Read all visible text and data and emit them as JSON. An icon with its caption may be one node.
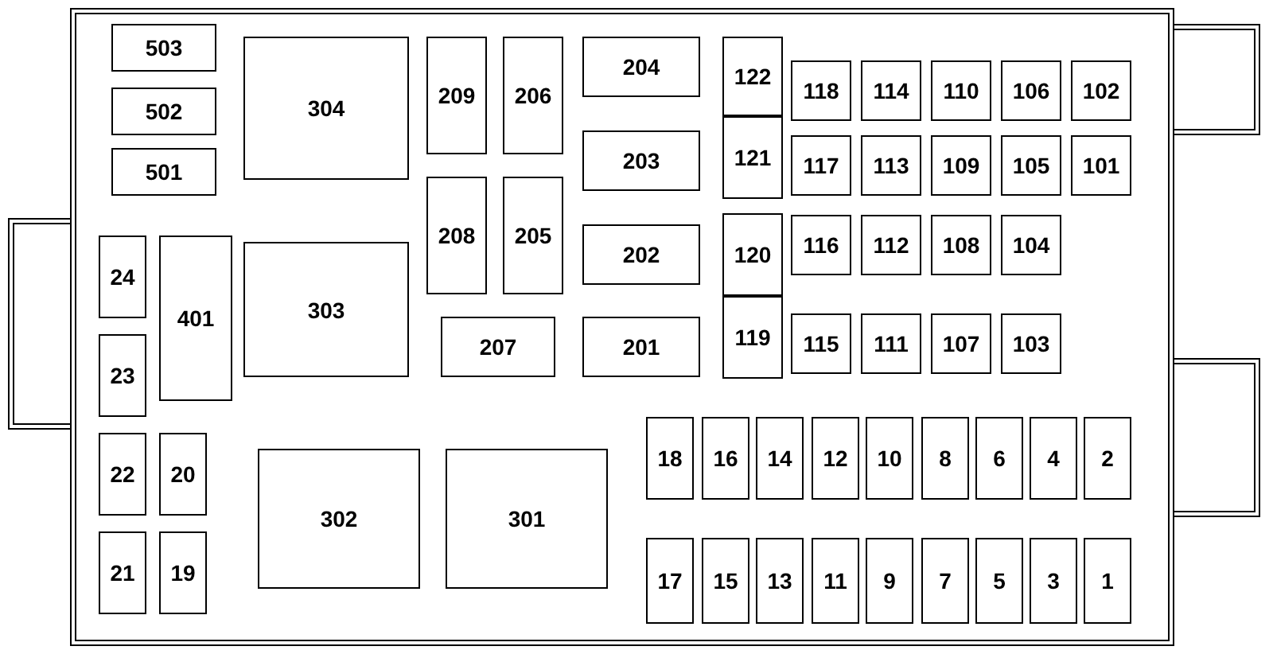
{
  "diagram": {
    "nodes": [
      {
        "text": [],
        "shape": "box"
      },
      {
        "text": [
          "503"
        ],
        "in": 0
      },
      {
        "text": [
          "502"
        ],
        "in": 0
      },
      {
        "text": [
          "501"
        ],
        "in": 0
      },
      {
        "text": [
          "304"
        ],
        "in": 0
      },
      {
        "text": [
          "209"
        ],
        "in": 0
      },
      {
        "text": [
          "206"
        ],
        "in": 0
      },
      {
        "text": [
          "204"
        ],
        "in": 0
      },
      {
        "text": [
          "203"
        ],
        "in": 0
      },
      {
        "text": [
          "208"
        ],
        "in": 0
      },
      {
        "text": [
          "205"
        ],
        "in": 0
      },
      {
        "text": [
          "202"
        ],
        "in": 0
      },
      {
        "text": [
          "303"
        ],
        "in": 0
      },
      {
        "text": [
          "207"
        ],
        "in": 0
      },
      {
        "text": [
          "201"
        ],
        "in": 0
      },
      {
        "text": [
          "24"
        ],
        "in": 0
      },
      {
        "text": [
          "401"
        ],
        "in": 0
      },
      {
        "text": [
          "23"
        ],
        "in": 0
      },
      {
        "text": [
          "22"
        ],
        "in": 0
      },
      {
        "text": [
          "20"
        ],
        "in": 0
      },
      {
        "text": [
          "21"
        ],
        "in": 0
      },
      {
        "text": [
          "19"
        ],
        "in": 0
      },
      {
        "text": [
          "302"
        ],
        "in": 0
      },
      {
        "text": [
          "301"
        ],
        "in": 0
      },
      {
        "text": [
          "122"
        ],
        "in": 0
      },
      {
        "text": [
          "118"
        ],
        "in": 0
      },
      {
        "text": [
          "114"
        ],
        "in": 0
      },
      {
        "text": [
          "110"
        ],
        "in": 0
      },
      {
        "text": [
          "106"
        ],
        "in": 0
      },
      {
        "text": [
          "102"
        ],
        "in": 0
      },
      {
        "text": [
          "121"
        ],
        "in": 0
      },
      {
        "text": [
          "117"
        ],
        "in": 0
      },
      {
        "text": [
          "113"
        ],
        "in": 0
      },
      {
        "text": [
          "109"
        ],
        "in": 0
      },
      {
        "text": [
          "105"
        ],
        "in": 0
      },
      {
        "text": [
          "101"
        ],
        "in": 0
      },
      {
        "text": [
          "120"
        ],
        "in": 0
      },
      {
        "text": [
          "116"
        ],
        "in": 0
      },
      {
        "text": [
          "112"
        ],
        "in": 0
      },
      {
        "text": [
          "108"
        ],
        "in": 0
      },
      {
        "text": [
          "104"
        ],
        "in": 0
      },
      {
        "text": [
          "119"
        ],
        "in": 0
      },
      {
        "text": [
          "115"
        ],
        "in": 0
      },
      {
        "text": [
          "111"
        ],
        "in": 0
      },
      {
        "text": [
          "107"
        ],
        "in": 0
      },
      {
        "text": [
          "103"
        ],
        "in": 0
      },
      {
        "text": [
          "18"
        ],
        "in": 0
      },
      {
        "text": [
          "16"
        ],
        "in": 0
      },
      {
        "text": [
          "14"
        ],
        "in": 0
      },
      {
        "text": [
          "12"
        ],
        "in": 0
      },
      {
        "text": [
          "10"
        ],
        "in": 0
      },
      {
        "text": [
          "8"
        ],
        "in": 0
      },
      {
        "text": [
          "6"
        ],
        "in": 0
      },
      {
        "text": [
          "4"
        ],
        "in": 0
      },
      {
        "text": [
          "2"
        ],
        "in": 0
      },
      {
        "text": [
          "17"
        ],
        "in": 0
      },
      {
        "text": [
          "15"
        ],
        "in": 0
      },
      {
        "text": [
          "13"
        ],
        "in": 0
      },
      {
        "text": [
          "11"
        ],
        "in": 0
      },
      {
        "text": [
          "9"
        ],
        "in": 0
      },
      {
        "text": [
          "7"
        ],
        "in": 0
      },
      {
        "text": [
          "5"
        ],
        "in": 0
      },
      {
        "text": [
          "3"
        ],
        "in": 0
      },
      {
        "text": [
          "1"
        ],
        "in": 0
      },
      {
        "text": [],
        "shape": "box"
      },
      {
        "text": [],
        "shape": "box"
      },
      {
        "text": [],
        "shape": "box"
      }
    ]
  }
}
